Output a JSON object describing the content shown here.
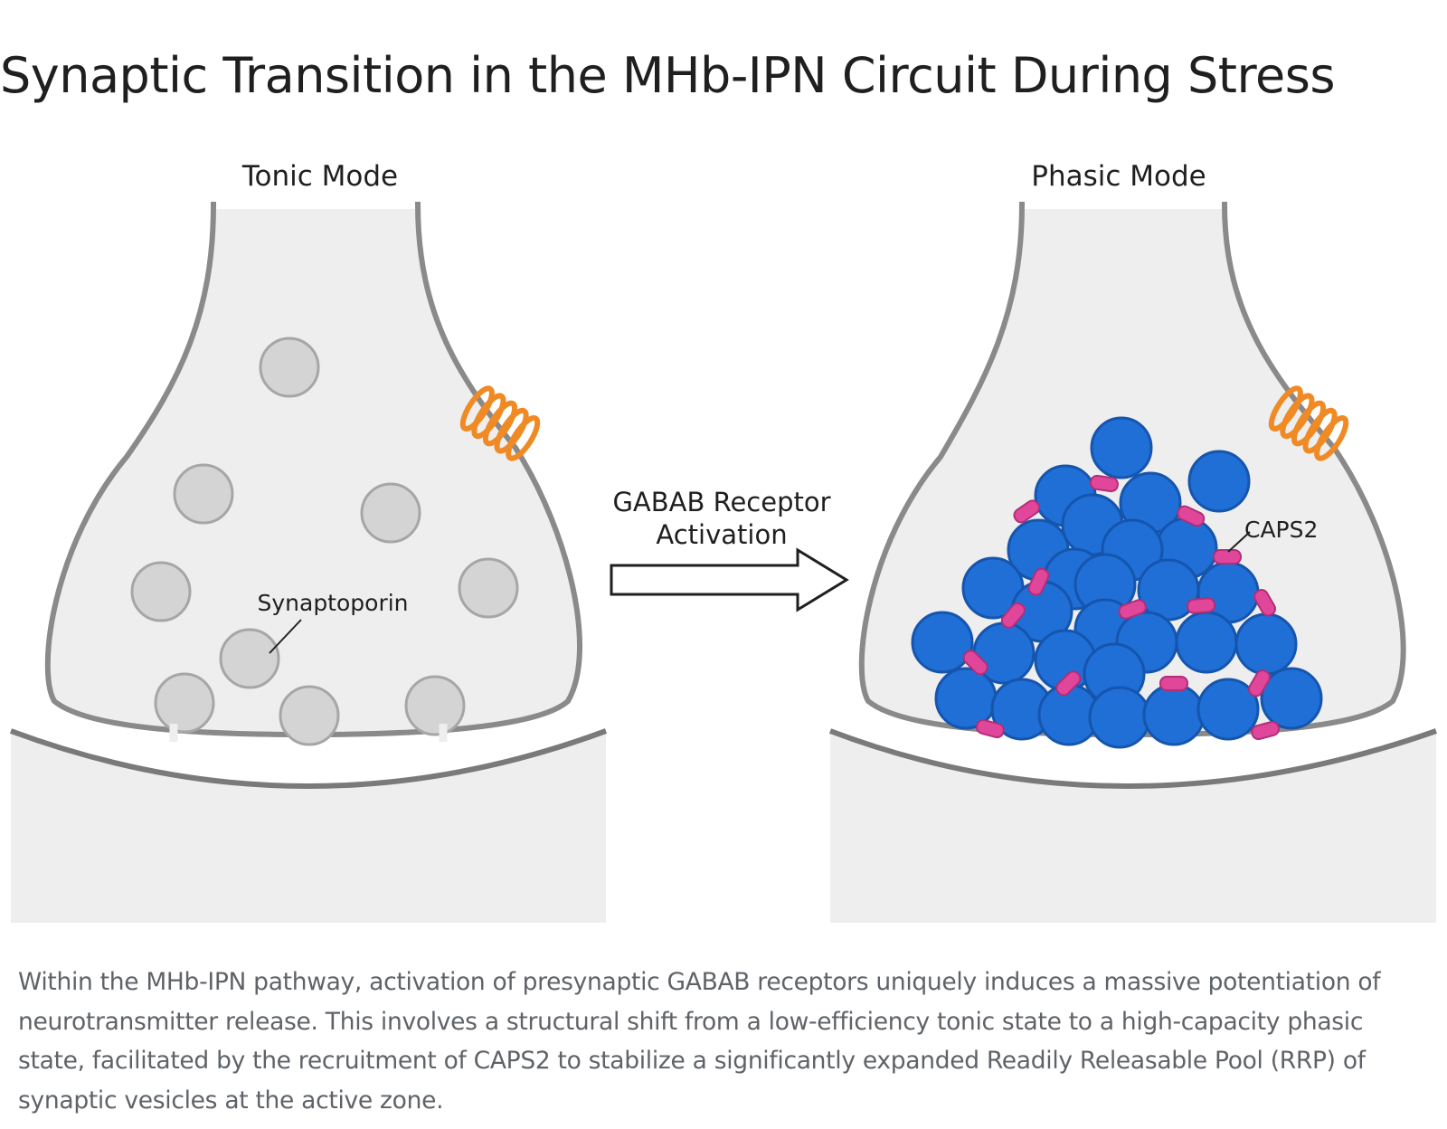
{
  "title": "Synaptic Transition in the MHb-IPN Circuit During Stress",
  "diagram": {
    "left_panel": {
      "label": "Tonic Mode",
      "vesicle_label": "Synaptoporin"
    },
    "right_panel": {
      "label": "Phasic Mode",
      "protein_label": "CAPS2"
    },
    "transition": {
      "label_line1": "GABAB Receptor",
      "label_line2": "Activation"
    }
  },
  "colors": {
    "membrane": "#8a8a8a",
    "cytoplasm": "#eeeeee",
    "tonic_vesicle": "#d4d4d4",
    "phasic_vesicle": "#1f6fd6",
    "caps2": "#e0479b",
    "receptor": "#ef8a25"
  },
  "caption": "Within the MHb-IPN pathway, activation of presynaptic GABAB receptors uniquely induces a massive potentiation of neurotransmitter release. This involves a structural shift from a low-efficiency tonic state to a high-capacity phasic state, facilitated by the recruitment of CAPS2 to stabilize a significantly expanded Readily Releasable Pool (RRP) of synaptic vesicles at the active zone."
}
